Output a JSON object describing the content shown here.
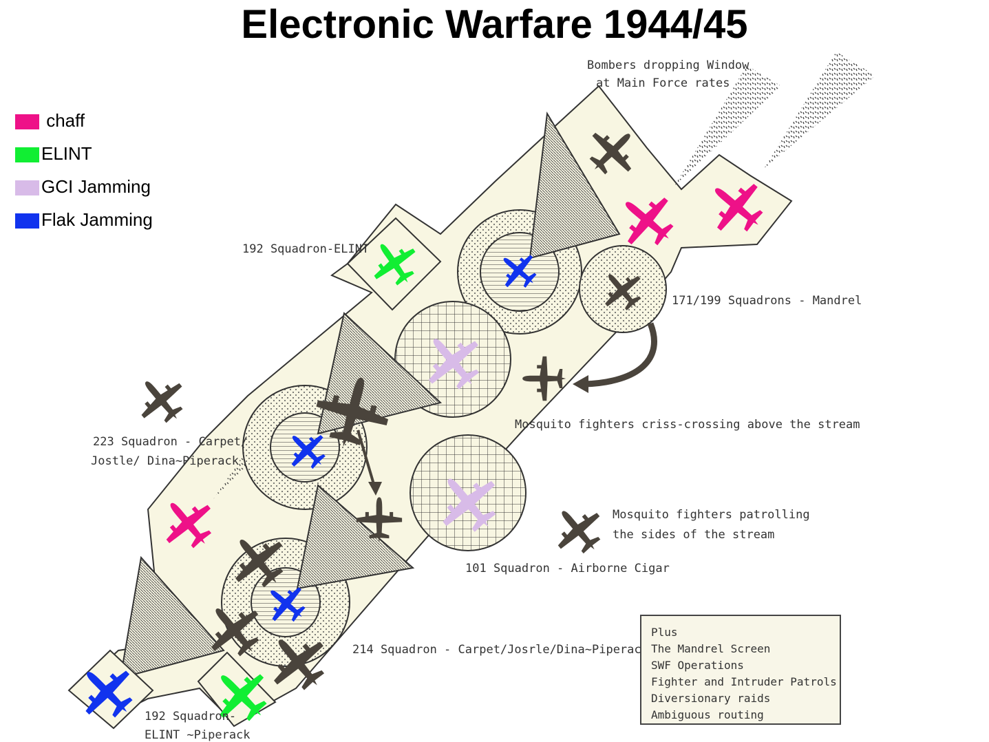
{
  "title": "Electronic Warfare 1944/45",
  "legend": [
    {
      "label": " chaff",
      "color": "#ee1188"
    },
    {
      "label": "ELINT",
      "color": "#11ee33"
    },
    {
      "label": "GCI Jamming",
      "color": "#d8bbe8"
    },
    {
      "label": "Flak Jamming",
      "color": "#1133ee"
    }
  ],
  "annotations": {
    "bombers_window_1": "Bombers dropping Window",
    "bombers_window_2": "at Main Force rates",
    "sq192_top": "192 Squadron-ELINT",
    "sq171": "171/199 Squadrons - Mandrel",
    "mosquito_criss": "Mosquito fighters criss-crossing above the stream",
    "sq223_1": "223 Squadron - Carpet/",
    "sq223_2": "Jostle/ Dina~Piperack",
    "mosquito_patrol_1": "Mosquito fighters patrolling",
    "mosquito_patrol_2": "the sides of the stream",
    "sq101": "101 Squadron - Airborne Cigar",
    "sq214": "214 Squadron - Carpet/Josrle/Dina~Piperack",
    "sq192_bottom_1": "192 Squadron-",
    "sq192_bottom_2": "ELINT ~Piperack"
  },
  "plus_box": {
    "heading": "Plus",
    "items": [
      "The Mandrel Screen",
      "SWF Operations",
      "Fighter and Intruder Patrols",
      "Diversionary raids",
      "Ambiguous routing"
    ]
  },
  "colors": {
    "chaff": "#ee1188",
    "elint": "#11ee33",
    "gci_jamming": "#d8bbe8",
    "flak_jamming": "#1133ee",
    "aircraft": "#4a443c",
    "paper": "#f8f6e2"
  }
}
